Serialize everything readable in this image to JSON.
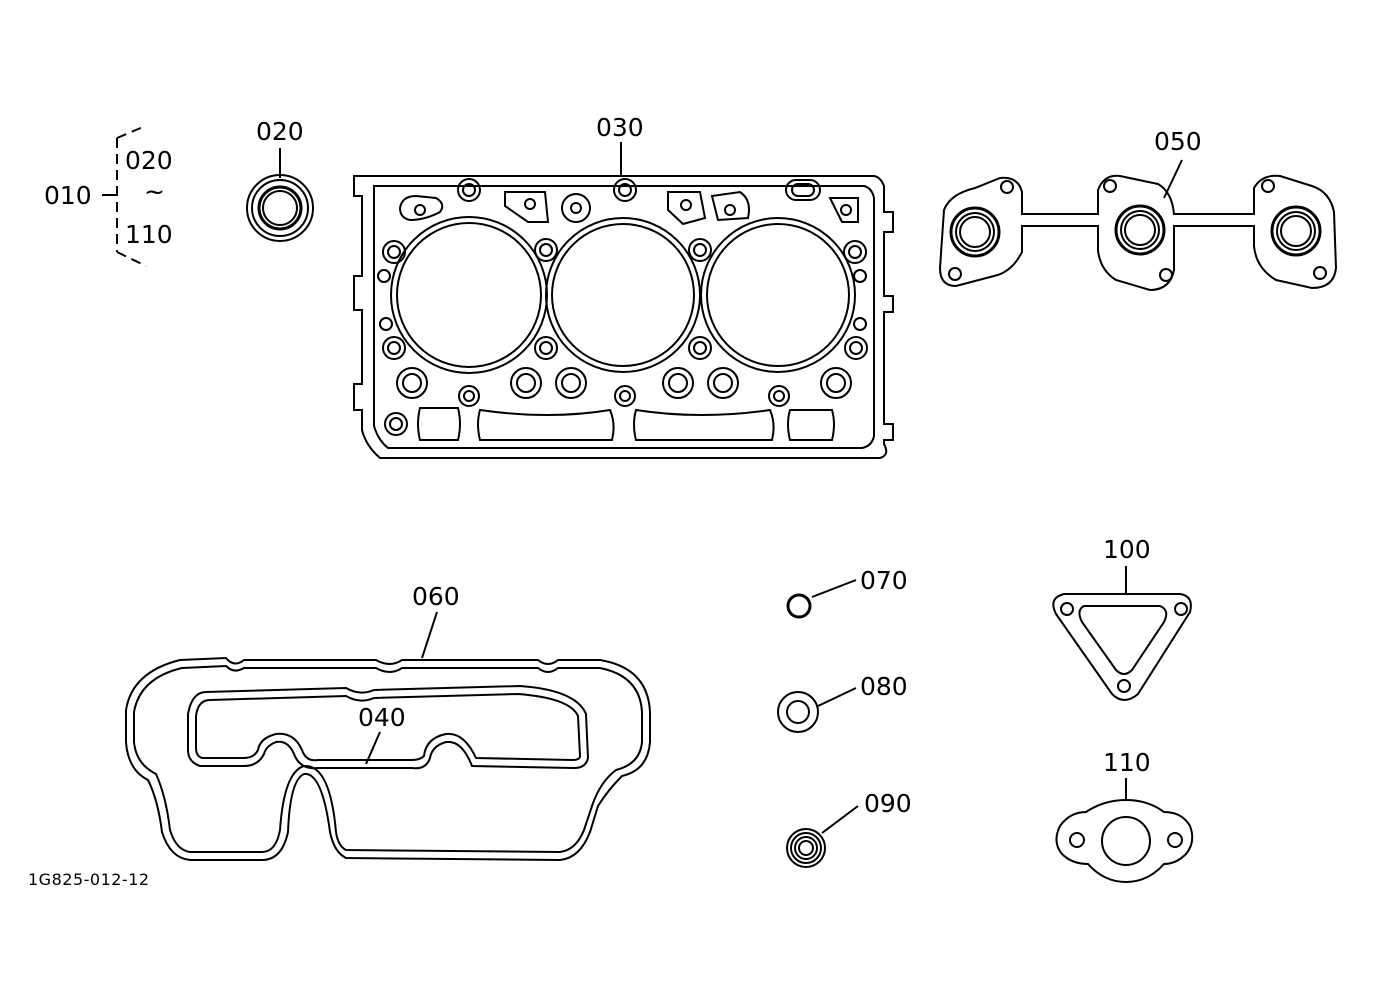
{
  "labels": {
    "set": "010",
    "range_from": "020",
    "range_sep": "~",
    "range_to": "110",
    "p020": "020",
    "p030": "030",
    "p040": "040",
    "p050": "050",
    "p060": "060",
    "p070": "070",
    "p080": "080",
    "p090": "090",
    "p100": "100",
    "p110": "110"
  },
  "doc_id": "1G825-012-12"
}
